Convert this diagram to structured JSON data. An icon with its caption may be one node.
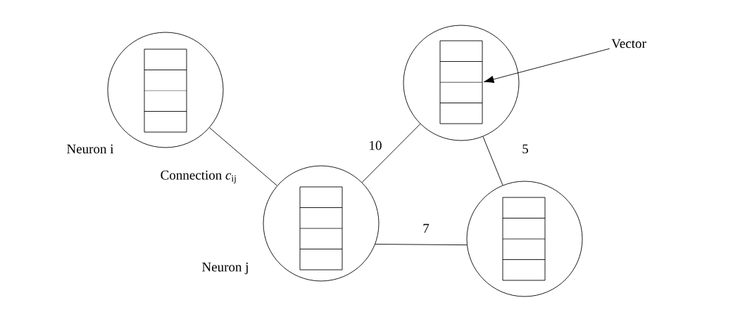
{
  "diagram": {
    "nodes": [
      {
        "text": [],
        "shape": "circle",
        "beside": [
          "Neuron i"
        ]
      },
      {
        "text": [],
        "shape": "box",
        "in": 0
      },
      {
        "text": [],
        "shape": "circle"
      },
      {
        "text": [],
        "shape": "box",
        "in": 2
      },
      {
        "text": [
          "Vector"
        ]
      },
      {
        "text": [],
        "shape": "circle",
        "beside": [
          "Neuron j"
        ]
      },
      {
        "text": [],
        "shape": "box",
        "in": 5
      },
      {
        "text": [],
        "shape": "circle"
      },
      {
        "text": [],
        "shape": "box",
        "in": 7
      }
    ],
    "edges": [
      {
        "from": 0,
        "to": 5,
        "arrow": "none",
        "label": "Connection *c*$_{ij}$"
      },
      {
        "from": 5,
        "to": 2,
        "arrow": "none",
        "label": "10"
      },
      {
        "from": 2,
        "to": 7,
        "arrow": "none",
        "label": "5"
      },
      {
        "from": 5,
        "to": 7,
        "arrow": "none",
        "label": "7"
      },
      {
        "from": 4,
        "to": 3,
        "arrow": "to"
      }
    ]
  }
}
